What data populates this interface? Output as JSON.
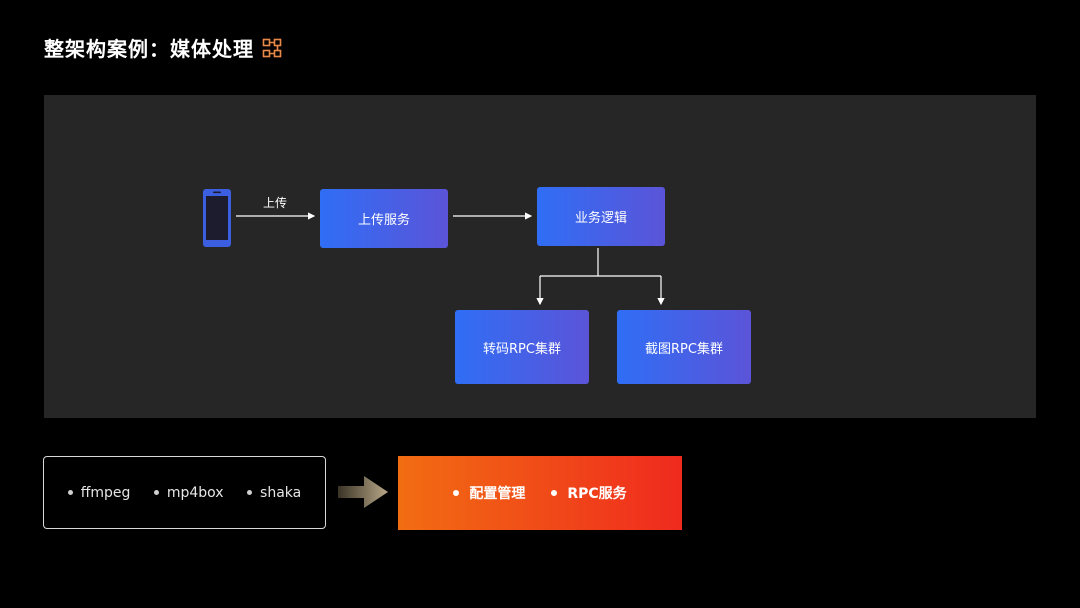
{
  "title": "整架构案例：媒体处理",
  "diagram": {
    "upload_label": "上传",
    "nodes": {
      "upload_service": "上传服务",
      "business_logic": "业务逻辑",
      "transcode_cluster": "转码RPC集群",
      "screenshot_cluster": "截图RPC集群"
    }
  },
  "tools": [
    "ffmpeg",
    "mp4box",
    "shaka"
  ],
  "features": [
    "配置管理",
    "RPC服务"
  ],
  "colors": {
    "box_gradient_start": "#2f6ef5",
    "box_gradient_end": "#5b54d8",
    "orange_start": "#f26d12",
    "orange_end": "#ef2a1e",
    "title_icon": "#e8894a"
  }
}
